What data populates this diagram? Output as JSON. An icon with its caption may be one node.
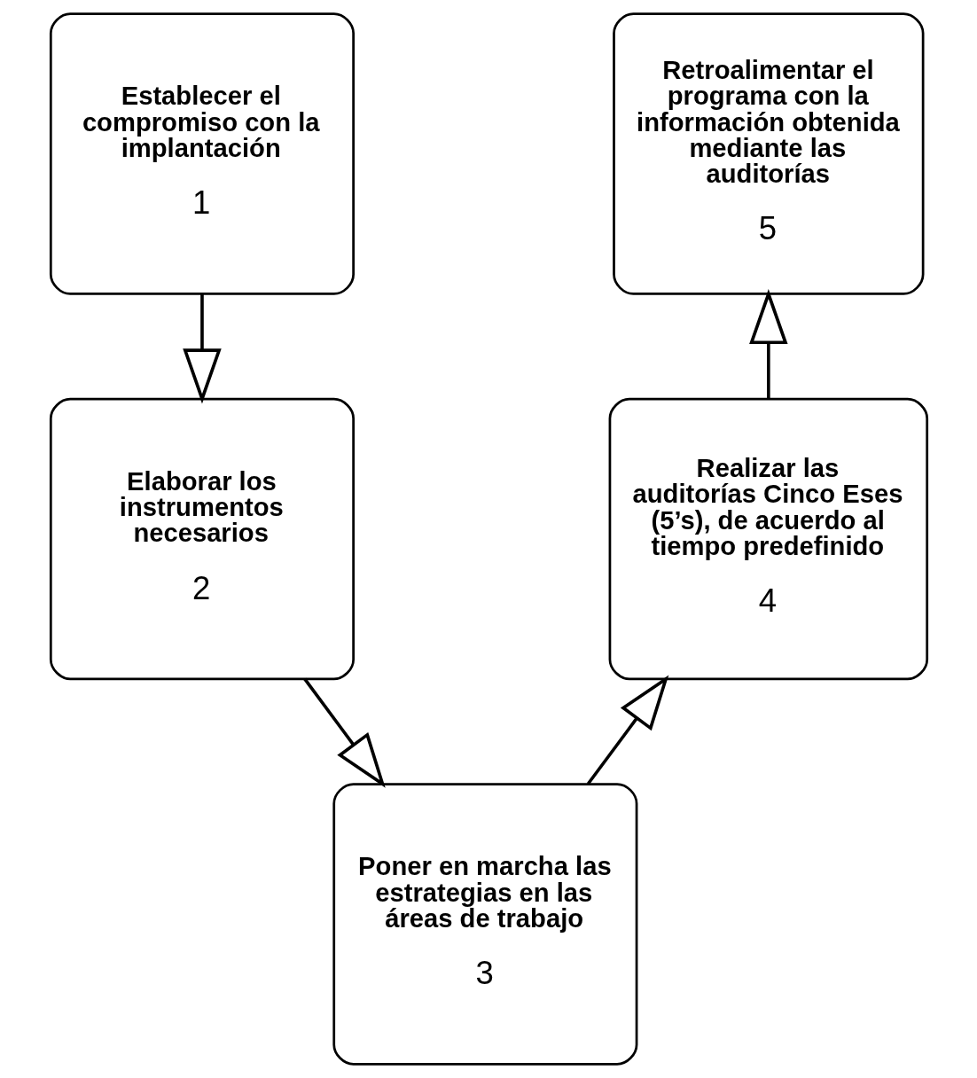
{
  "diagram": {
    "nodes": [
      {
        "text": [
          "Establecer el compromiso con la implantación",
          "1"
        ]
      },
      {
        "text": [
          "Elaborar los instrumentos necesarios",
          "2"
        ]
      },
      {
        "text": [
          "Poner en marcha las estrategias en las áreas de trabajo",
          "3"
        ]
      },
      {
        "text": [
          "Realizar las auditorías Cinco Eses (5’s), de acuerdo al tiempo predefinido",
          "4"
        ]
      },
      {
        "text": [
          "Retroalimentar el programa con la información obtenida mediante las auditorías",
          "5"
        ]
      }
    ],
    "edges": [
      {
        "from": 0,
        "to": 1,
        "arrow": "to"
      },
      {
        "from": 1,
        "to": 2,
        "arrow": "to"
      },
      {
        "from": 2,
        "to": 3,
        "arrow": "to"
      },
      {
        "from": 3,
        "to": 4,
        "arrow": "to"
      }
    ]
  }
}
